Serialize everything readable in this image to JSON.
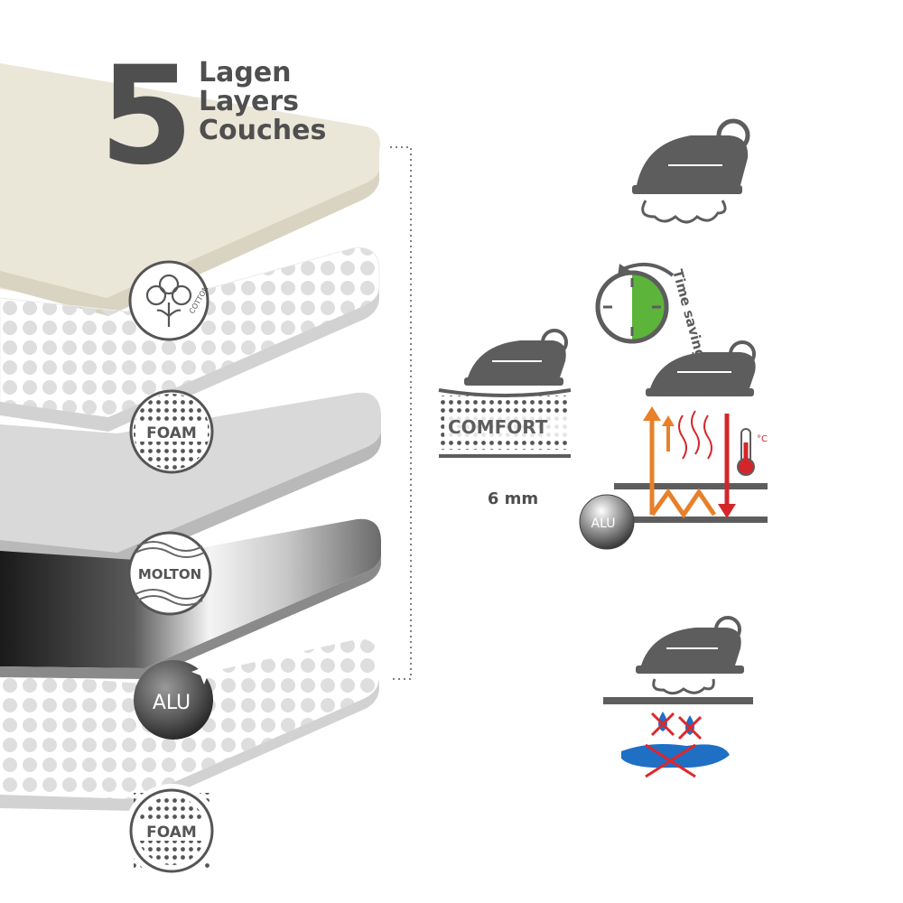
{
  "header": {
    "number": "5",
    "lines": [
      "Lagen",
      "Layers",
      "Couches"
    ]
  },
  "layers": [
    {
      "id": "cotton",
      "label": "COTTON"
    },
    {
      "id": "foam_top",
      "label": "FOAM"
    },
    {
      "id": "molton",
      "label": "MOLTON"
    },
    {
      "id": "alu",
      "label": "ALU"
    },
    {
      "id": "foam_bottom",
      "label": "FOAM"
    }
  ],
  "comfort": {
    "label": "COMFORT",
    "thickness": "6 mm"
  },
  "time_saving": {
    "label": "Time saving"
  },
  "heat": {
    "alu_label": "ALU",
    "temp_unit": "°C"
  },
  "colors": {
    "icon_gray": "#5d5d5d",
    "accent_green": "#5db43a",
    "arrow_orange": "#e8802a",
    "arrow_red": "#d4262a",
    "water_blue": "#1f6fc4",
    "cross_red": "#e0262a"
  }
}
